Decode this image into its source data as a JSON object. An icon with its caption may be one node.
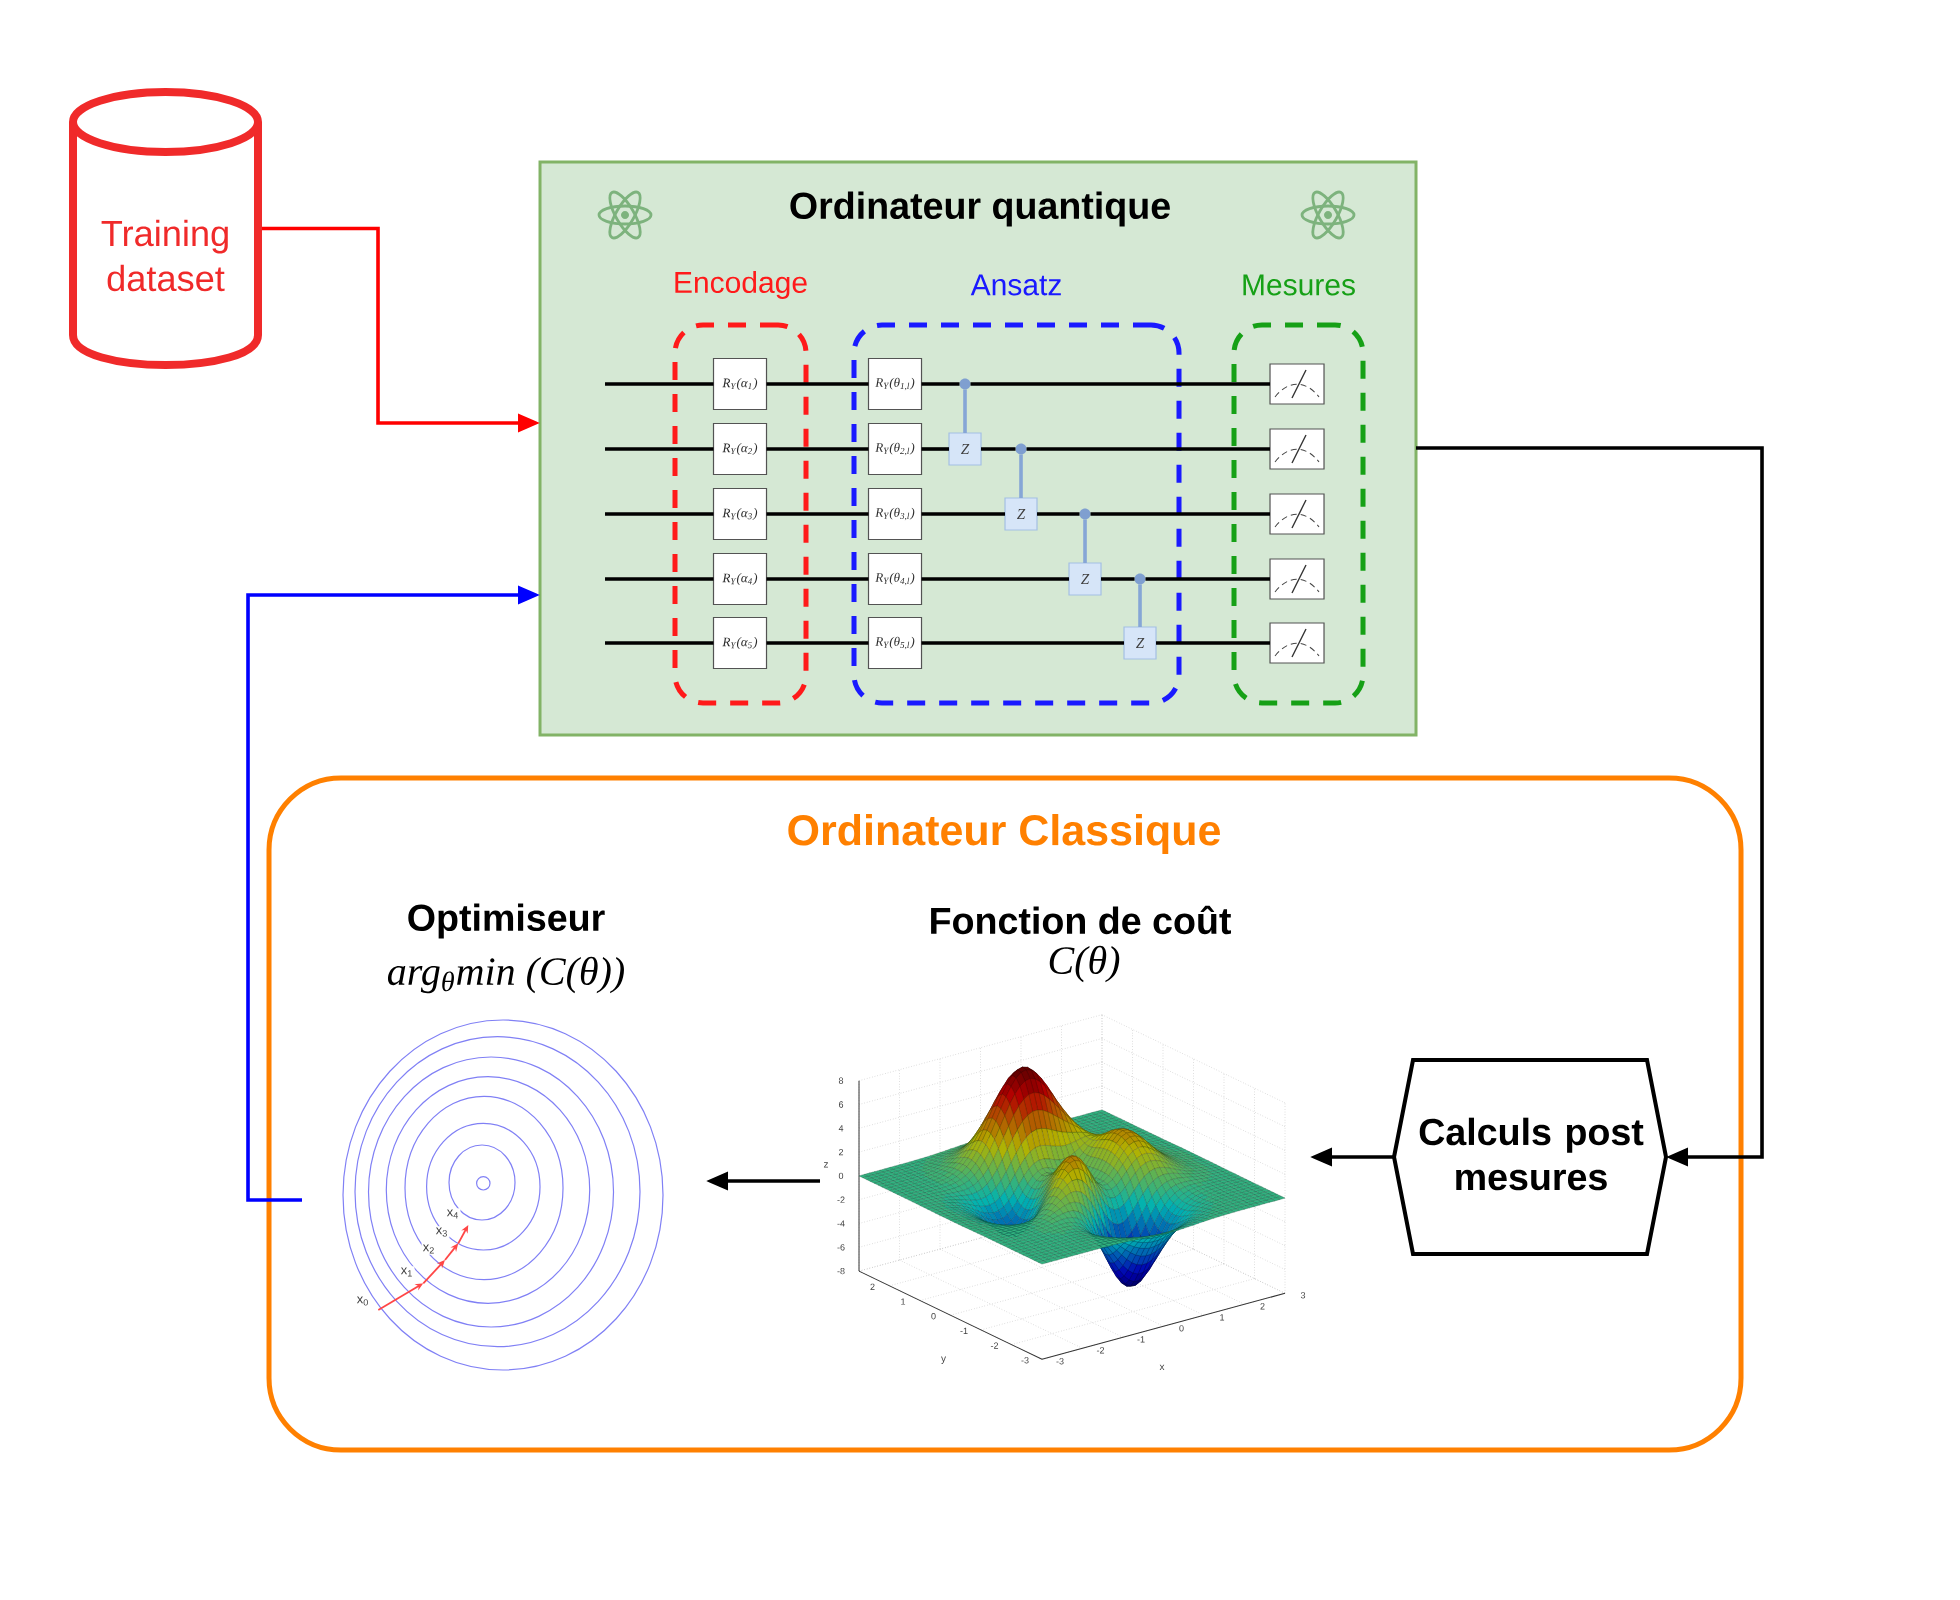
{
  "diagram": {
    "nodes": [
      {
        "text": [
          "Training dataset"
        ]
      },
      {
        "text": [
          "Ordinateur quantique"
        ]
      },
      {
        "text": [
          "Encodage"
        ],
        "in": 1
      },
      {
        "text": [
          "Ansatz"
        ],
        "in": 1
      },
      {
        "text": [
          "Mesures"
        ],
        "in": 1
      },
      {
        "text": [
          "R$_{Y}$(α$_{1}$)"
        ],
        "in": 2
      },
      {
        "text": [
          "R$_{Y}$(α$_{2}$)"
        ],
        "in": 2
      },
      {
        "text": [
          "R$_{Y}$(α$_{3}$)"
        ],
        "in": 2
      },
      {
        "text": [
          "R$_{Y}$(α$_{4}$)"
        ],
        "in": 2
      },
      {
        "text": [
          "R$_{Y}$(α$_{5}$)"
        ],
        "in": 2
      },
      {
        "text": [
          "R$_{Y}$(θ$_{1,l}$)"
        ],
        "in": 3
      },
      {
        "text": [
          "R$_{Y}$(θ$_{2,l}$)"
        ],
        "in": 3
      },
      {
        "text": [
          "R$_{Y}$(θ$_{3,l}$)"
        ],
        "in": 3
      },
      {
        "text": [
          "R$_{Y}$(θ$_{4,l}$)"
        ],
        "in": 3
      },
      {
        "text": [
          "R$_{Y}$(θ$_{5,l}$)"
        ],
        "in": 3
      },
      {
        "text": [],
        "shape": "circle",
        "in": 3
      },
      {
        "text": [],
        "shape": "circle",
        "in": 3
      },
      {
        "text": [],
        "shape": "circle",
        "in": 3
      },
      {
        "text": [],
        "shape": "circle",
        "in": 3
      },
      {
        "text": [
          "Z"
        ],
        "in": 3
      },
      {
        "text": [
          "Z"
        ],
        "in": 3
      },
      {
        "text": [
          "Z"
        ],
        "in": 3
      },
      {
        "text": [
          "Z"
        ],
        "in": 3
      },
      {
        "text": [],
        "shape": "box",
        "in": 4
      },
      {
        "text": [],
        "shape": "box",
        "in": 4
      },
      {
        "text": [],
        "shape": "box",
        "in": 4
      },
      {
        "text": [],
        "shape": "box",
        "in": 4
      },
      {
        "text": [],
        "shape": "box",
        "in": 4
      },
      {
        "text": [
          "Ordinateur Classique"
        ]
      },
      {
        "text": [
          "Optimiseur",
          "arg$_{θ}$min (C(θ))"
        ],
        "in": 28
      },
      {
        "text": [
          "Fonction de coût",
          "C(θ)"
        ],
        "in": 28
      },
      {
        "text": [
          "Calculs post mesures"
        ],
        "in": 28
      }
    ],
    "edges": [
      {
        "from": 0,
        "to": 1,
        "arrow": "to",
        "color": "#ff0000"
      },
      {
        "from": 1,
        "to": 31,
        "arrow": "to"
      },
      {
        "from": 31,
        "to": 30,
        "arrow": "to"
      },
      {
        "from": 30,
        "to": 29,
        "arrow": "to"
      },
      {
        "from": 29,
        "to": 1,
        "arrow": "to",
        "color": "#0000ff"
      },
      {
        "from": null,
        "to": 5,
        "arrow": "none"
      },
      {
        "from": null,
        "to": 6,
        "arrow": "none"
      },
      {
        "from": null,
        "to": 7,
        "arrow": "none"
      },
      {
        "from": null,
        "to": 8,
        "arrow": "none"
      },
      {
        "from": null,
        "to": 9,
        "arrow": "none"
      },
      {
        "from": 5,
        "to": 10,
        "arrow": "none"
      },
      {
        "from": 6,
        "to": 11,
        "arrow": "none"
      },
      {
        "from": 7,
        "to": 12,
        "arrow": "none"
      },
      {
        "from": 8,
        "to": 13,
        "arrow": "none"
      },
      {
        "from": 9,
        "to": 14,
        "arrow": "none"
      },
      {
        "from": 10,
        "to": 15,
        "arrow": "none"
      },
      {
        "from": 15,
        "to": 23,
        "arrow": "none"
      },
      {
        "from": 11,
        "to": 19,
        "arrow": "none"
      },
      {
        "from": 19,
        "to": 16,
        "arrow": "none"
      },
      {
        "from": 16,
        "to": 24,
        "arrow": "none"
      },
      {
        "from": 12,
        "to": 20,
        "arrow": "none"
      },
      {
        "from": 20,
        "to": 17,
        "arrow": "none"
      },
      {
        "from": 17,
        "to": 25,
        "arrow": "none"
      },
      {
        "from": 13,
        "to": 21,
        "arrow": "none"
      },
      {
        "from": 21,
        "to": 18,
        "arrow": "none"
      },
      {
        "from": 18,
        "to": 26,
        "arrow": "none"
      },
      {
        "from": 14,
        "to": 22,
        "arrow": "none"
      },
      {
        "from": 22,
        "to": 27,
        "arrow": "none"
      },
      {
        "from": 15,
        "to": 19,
        "arrow": "none",
        "color": "#86a6d6"
      },
      {
        "from": 16,
        "to": 20,
        "arrow": "none",
        "color": "#86a6d6"
      },
      {
        "from": 17,
        "to": 21,
        "arrow": "none",
        "color": "#86a6d6"
      },
      {
        "from": 18,
        "to": 22,
        "arrow": "none",
        "color": "#86a6d6"
      }
    ],
    "labels": [
      "x$_{0}$",
      "x$_{1}$",
      "x$_{2}$",
      "x$_{3}$",
      "x$_{4}$",
      "8",
      "6",
      "4",
      "2",
      "0",
      "-2",
      "-4",
      "-6",
      "-8",
      "2",
      "1",
      "0",
      "-1",
      "-2",
      "-3",
      "-3",
      "-2",
      "-1",
      "0",
      "1",
      "2",
      "3",
      "z",
      "y",
      "x"
    ]
  }
}
